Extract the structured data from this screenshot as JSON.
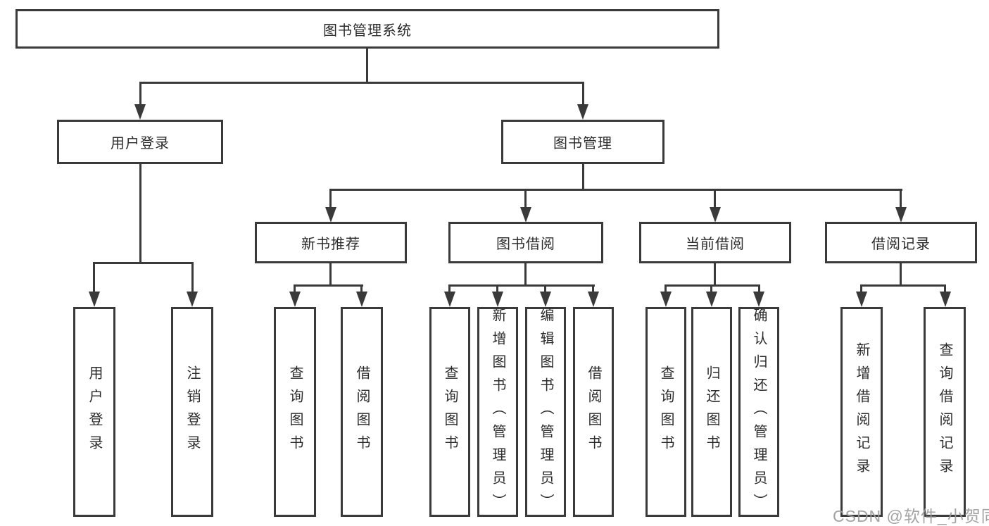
{
  "diagram_title": "图书管理系统",
  "tree": {
    "root": {
      "label": "图书管理系统"
    },
    "branches": [
      {
        "label": "用户登录",
        "leaves": [
          {
            "label": "用户登录"
          },
          {
            "label": "注销登录"
          }
        ]
      },
      {
        "label": "图书管理",
        "groups": [
          {
            "label": "新书推荐",
            "leaves": [
              {
                "label": "查询图书"
              },
              {
                "label": "借阅图书"
              }
            ]
          },
          {
            "label": "图书借阅",
            "leaves": [
              {
                "label": "查询图书"
              },
              {
                "label": "新增图书（管理员）"
              },
              {
                "label": "编辑图书（管理员）"
              },
              {
                "label": "借阅图书"
              }
            ]
          },
          {
            "label": "当前借阅",
            "leaves": [
              {
                "label": "查询图书"
              },
              {
                "label": "归还图书"
              },
              {
                "label": "确认归还（管理员）"
              }
            ]
          },
          {
            "label": "借阅记录",
            "leaves": [
              {
                "label": "新增借阅记录"
              },
              {
                "label": "查询借阅记录"
              }
            ]
          }
        ]
      }
    ]
  },
  "watermark": {
    "text": "CSDN @软件_小贺同学"
  },
  "colors": {
    "line": "#3a3a3a",
    "box_border": "#3a3a3a",
    "text": "#2b2b2b",
    "background": "#ffffff",
    "watermark": "#9b9b9b"
  }
}
